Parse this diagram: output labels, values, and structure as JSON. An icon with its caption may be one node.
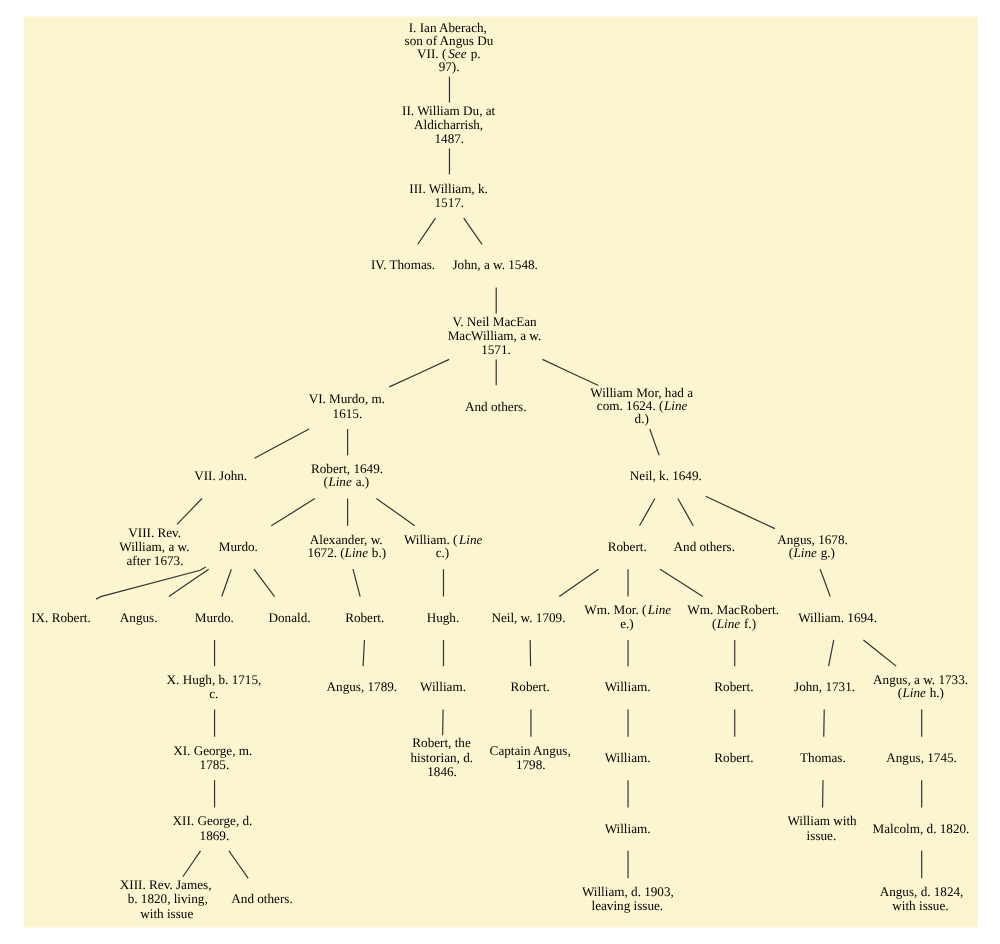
{
  "diagram": {
    "nodes": [
      {
        "text": [
          "I. Ian Aberach, son of Angus Du VII. (*See* p. 97)."
        ]
      },
      {
        "text": [
          "II. William Du, at Aldicharrish, 1487."
        ]
      },
      {
        "text": [
          "III. William, k. 1517."
        ]
      },
      {
        "text": [
          "IV. Thomas."
        ]
      },
      {
        "text": [
          "John, a w. 1548."
        ]
      },
      {
        "text": [
          "V. Neil MacEan MacWilliam, a w. 1571."
        ]
      },
      {
        "text": [
          "VI. Murdo, m. 1615."
        ]
      },
      {
        "text": [
          "And others."
        ]
      },
      {
        "text": [
          "William Mor, had a com. 1624. (*Line* d.)"
        ]
      },
      {
        "text": [
          "VII. John."
        ]
      },
      {
        "text": [
          "Robert, 1649. (*Line* a.)"
        ]
      },
      {
        "text": [
          "Neil, k. 1649."
        ]
      },
      {
        "text": [
          "VIII. Rev. William, a w. after 1673."
        ]
      },
      {
        "text": [
          "Murdo."
        ]
      },
      {
        "text": [
          "Alexander, w. 1672. (*Line* b.)"
        ]
      },
      {
        "text": [
          "William. (*Line* c.)"
        ]
      },
      {
        "text": [
          "Robert."
        ]
      },
      {
        "text": [
          "And others."
        ]
      },
      {
        "text": [
          "Angus, 1678. (*Line* g.)"
        ]
      },
      {
        "text": [
          "IX. Robert."
        ]
      },
      {
        "text": [
          "Angus."
        ]
      },
      {
        "text": [
          "Murdo."
        ]
      },
      {
        "text": [
          "Donald."
        ]
      },
      {
        "text": [
          "Robert."
        ]
      },
      {
        "text": [
          "Hugh."
        ]
      },
      {
        "text": [
          "Neil, w. 1709."
        ]
      },
      {
        "text": [
          "Wm. Mor. (*Line* e.)"
        ]
      },
      {
        "text": [
          "Wm. MacRobert. (*Line* f.)"
        ]
      },
      {
        "text": [
          "William. 1694."
        ]
      },
      {
        "text": [
          "X. Hugh, b. 1715, c."
        ]
      },
      {
        "text": [
          "Angus, 1789."
        ]
      },
      {
        "text": [
          "William."
        ]
      },
      {
        "text": [
          "Robert."
        ]
      },
      {
        "text": [
          "William."
        ]
      },
      {
        "text": [
          "Robert."
        ]
      },
      {
        "text": [
          "John, 1731."
        ]
      },
      {
        "text": [
          "Angus, a w. 1733. (*Line* h.)"
        ]
      },
      {
        "text": [
          "XI. George, m. 1785."
        ]
      },
      {
        "text": [
          "Robert, the historian, d. 1846."
        ]
      },
      {
        "text": [
          "Captain Angus, 1798."
        ]
      },
      {
        "text": [
          "William."
        ]
      },
      {
        "text": [
          "Robert."
        ]
      },
      {
        "text": [
          "Thomas."
        ]
      },
      {
        "text": [
          "Angus, 1745."
        ]
      },
      {
        "text": [
          "XII. George, d. 1869."
        ]
      },
      {
        "text": [
          "William."
        ]
      },
      {
        "text": [
          "William with issue."
        ]
      },
      {
        "text": [
          "Malcolm, d. 1820."
        ]
      },
      {
        "text": [
          "XIII. Rev. James, b. 1820, living, with issue"
        ]
      },
      {
        "text": [
          "And others."
        ]
      },
      {
        "text": [
          "William, d. 1903, leaving issue."
        ]
      },
      {
        "text": [
          "Angus, d. 1824, with issue."
        ]
      }
    ],
    "edges": [
      {
        "from": 0,
        "to": 1,
        "arrow": "none"
      },
      {
        "from": 1,
        "to": 2,
        "arrow": "none"
      },
      {
        "from": 2,
        "to": 3,
        "arrow": "none"
      },
      {
        "from": 2,
        "to": 4,
        "arrow": "none"
      },
      {
        "from": 4,
        "to": 5,
        "arrow": "none"
      },
      {
        "from": 5,
        "to": 6,
        "arrow": "none"
      },
      {
        "from": 5,
        "to": 7,
        "arrow": "none"
      },
      {
        "from": 5,
        "to": 8,
        "arrow": "none"
      },
      {
        "from": 6,
        "to": 9,
        "arrow": "none"
      },
      {
        "from": 6,
        "to": 10,
        "arrow": "none"
      },
      {
        "from": 8,
        "to": 11,
        "arrow": "none"
      },
      {
        "from": 9,
        "to": 12,
        "arrow": "none"
      },
      {
        "from": 10,
        "to": 13,
        "arrow": "none"
      },
      {
        "from": 10,
        "to": 14,
        "arrow": "none"
      },
      {
        "from": 10,
        "to": 15,
        "arrow": "none"
      },
      {
        "from": 11,
        "to": 16,
        "arrow": "none"
      },
      {
        "from": 11,
        "to": 17,
        "arrow": "none"
      },
      {
        "from": 11,
        "to": 18,
        "arrow": "none"
      },
      {
        "from": 13,
        "to": 19,
        "arrow": "none"
      },
      {
        "from": 13,
        "to": 22,
        "arrow": "none"
      },
      {
        "from": 13,
        "to": 20,
        "arrow": "none"
      },
      {
        "from": 13,
        "to": 21,
        "arrow": "none"
      },
      {
        "from": 14,
        "to": 23,
        "arrow": "none"
      },
      {
        "from": 15,
        "to": 24,
        "arrow": "none"
      },
      {
        "from": 16,
        "to": 25,
        "arrow": "none"
      },
      {
        "from": 16,
        "to": 26,
        "arrow": "none"
      },
      {
        "from": 16,
        "to": 27,
        "arrow": "none"
      },
      {
        "from": 18,
        "to": 28,
        "arrow": "none"
      },
      {
        "from": 21,
        "to": 29,
        "arrow": "none"
      },
      {
        "from": 23,
        "to": 30,
        "arrow": "none"
      },
      {
        "from": 24,
        "to": 31,
        "arrow": "none"
      },
      {
        "from": 25,
        "to": 32,
        "arrow": "none"
      },
      {
        "from": 26,
        "to": 33,
        "arrow": "none"
      },
      {
        "from": 27,
        "to": 34,
        "arrow": "none"
      },
      {
        "from": 28,
        "to": 35,
        "arrow": "none"
      },
      {
        "from": 28,
        "to": 36,
        "arrow": "none"
      },
      {
        "from": 29,
        "to": 37,
        "arrow": "none"
      },
      {
        "from": 31,
        "to": 38,
        "arrow": "none"
      },
      {
        "from": 32,
        "to": 39,
        "arrow": "none"
      },
      {
        "from": 33,
        "to": 40,
        "arrow": "none"
      },
      {
        "from": 34,
        "to": 41,
        "arrow": "none"
      },
      {
        "from": 35,
        "to": 42,
        "arrow": "none"
      },
      {
        "from": 36,
        "to": 43,
        "arrow": "none"
      },
      {
        "from": 37,
        "to": 44,
        "arrow": "none"
      },
      {
        "from": 40,
        "to": 45,
        "arrow": "none"
      },
      {
        "from": 42,
        "to": 46,
        "arrow": "none"
      },
      {
        "from": 43,
        "to": 47,
        "arrow": "none"
      },
      {
        "from": 44,
        "to": 48,
        "arrow": "none"
      },
      {
        "from": 44,
        "to": 49,
        "arrow": "none"
      },
      {
        "from": 45,
        "to": 50,
        "arrow": "none"
      },
      {
        "from": 47,
        "to": 51,
        "arrow": "none"
      }
    ]
  }
}
